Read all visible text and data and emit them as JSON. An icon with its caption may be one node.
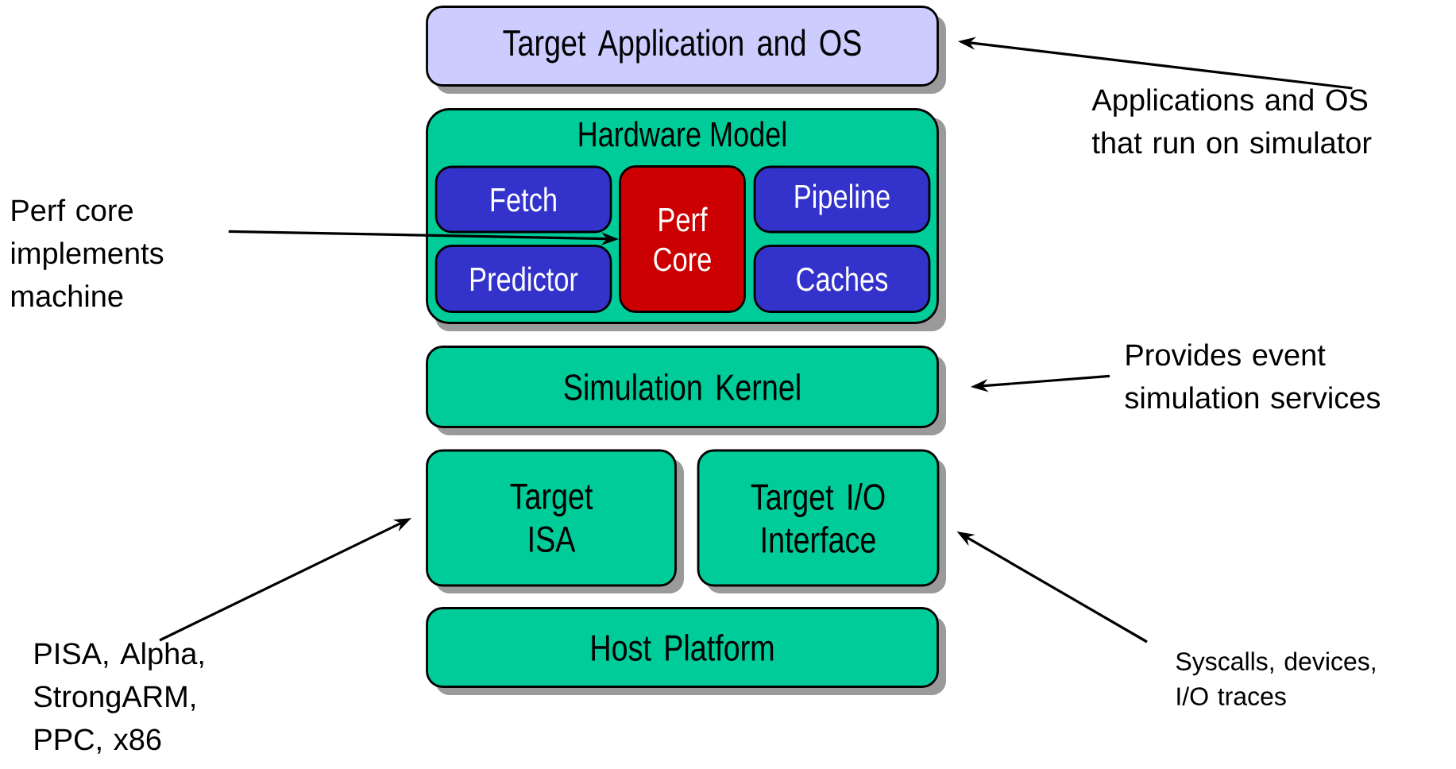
{
  "diagram": {
    "nodes": [
      {
        "text": [
          "Target Application and OS"
        ]
      },
      {
        "text": [
          "Hardware Model"
        ]
      },
      {
        "text": [
          "Fetch"
        ],
        "in": 1
      },
      {
        "text": [
          "Perf Core"
        ],
        "in": 1
      },
      {
        "text": [
          "Pipeline"
        ],
        "in": 1
      },
      {
        "text": [
          "Predictor"
        ],
        "in": 1
      },
      {
        "text": [
          "Caches"
        ],
        "in": 1
      },
      {
        "text": [
          "Simulation Kernel"
        ]
      },
      {
        "text": [
          "Target ISA"
        ]
      },
      {
        "text": [
          "Target I/O Interface"
        ]
      },
      {
        "text": [
          "Host Platform"
        ]
      },
      {
        "text": [
          "Applications and OS that run on simulator"
        ]
      },
      {
        "text": [
          "Perf core implements machine"
        ]
      },
      {
        "text": [
          "Provides event simulation services"
        ]
      },
      {
        "text": [
          "PISA, Alpha, StrongARM, PPC, x86"
        ]
      },
      {
        "text": [
          "Syscalls, devices, I/O traces"
        ]
      }
    ],
    "edges": [
      {
        "from": 11,
        "to": 0,
        "arrow": "to"
      },
      {
        "from": 12,
        "to": 3,
        "arrow": "to"
      },
      {
        "from": 13,
        "to": 7,
        "arrow": "to"
      },
      {
        "from": 14,
        "to": 8,
        "arrow": "to"
      },
      {
        "from": 15,
        "to": 9,
        "arrow": "to"
      }
    ]
  }
}
